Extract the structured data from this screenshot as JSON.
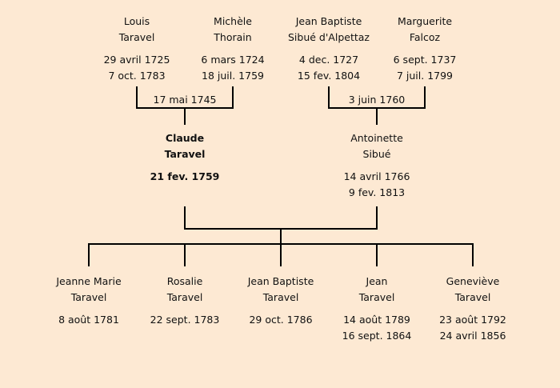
{
  "grandparents": [
    {
      "first": "Louis",
      "last": "Taravel",
      "birth": "29 avril 1725",
      "death": "7 oct. 1783"
    },
    {
      "first": "Michèle",
      "last": "Thorain",
      "birth": "6 mars 1724",
      "death": "18 juil. 1759"
    },
    {
      "first": "Jean Baptiste",
      "last": "Sibué d'Alpettaz",
      "birth": "4 dec. 1727",
      "death": "15 fev. 1804"
    },
    {
      "first": "Marguerite",
      "last": "Falcoz",
      "birth": "6 sept. 1737",
      "death": "7 juil. 1799"
    }
  ],
  "marriages": {
    "left": "17 mai 1745",
    "right": "3 juin 1760"
  },
  "parents": [
    {
      "first": "Claude",
      "last": "Taravel",
      "birth": "21 fev. 1759"
    },
    {
      "first": "Antoinette",
      "last": "Sibué",
      "birth": "14 avril 1766",
      "death": "9 fev. 1813"
    }
  ],
  "children": [
    {
      "first": "Jeanne Marie",
      "last": "Taravel",
      "birth": "8 août 1781"
    },
    {
      "first": "Rosalie",
      "last": "Taravel",
      "birth": "22 sept. 1783"
    },
    {
      "first": "Jean Baptiste",
      "last": "Taravel",
      "birth": "29 oct. 1786"
    },
    {
      "first": "Jean",
      "last": "Taravel",
      "birth": "14 août 1789",
      "death": "16 sept. 1864"
    },
    {
      "first": "Geneviève",
      "last": "Taravel",
      "birth": "23 août 1792",
      "death": "24 avril 1856"
    }
  ]
}
